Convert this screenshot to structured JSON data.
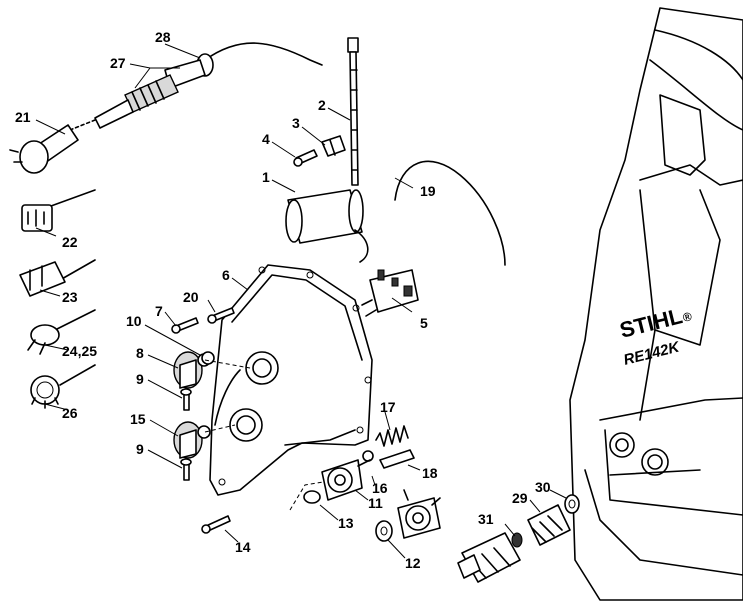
{
  "diagram": {
    "brand_text": "STIHL",
    "registered_mark": "®",
    "model_text": "RE142K",
    "callouts": [
      {
        "id": "c28",
        "text": "28"
      },
      {
        "id": "c27",
        "text": "27"
      },
      {
        "id": "c21",
        "text": "21"
      },
      {
        "id": "c22",
        "text": "22"
      },
      {
        "id": "c23",
        "text": "23"
      },
      {
        "id": "c2425",
        "text": "24,25"
      },
      {
        "id": "c26",
        "text": "26"
      },
      {
        "id": "c2",
        "text": "2"
      },
      {
        "id": "c3",
        "text": "3"
      },
      {
        "id": "c4",
        "text": "4"
      },
      {
        "id": "c1",
        "text": "1"
      },
      {
        "id": "c19",
        "text": "19"
      },
      {
        "id": "c6",
        "text": "6"
      },
      {
        "id": "c5",
        "text": "5"
      },
      {
        "id": "c20",
        "text": "20"
      },
      {
        "id": "c7",
        "text": "7"
      },
      {
        "id": "c10",
        "text": "10"
      },
      {
        "id": "c8",
        "text": "8"
      },
      {
        "id": "c9a",
        "text": "9"
      },
      {
        "id": "c15",
        "text": "15"
      },
      {
        "id": "c9b",
        "text": "9"
      },
      {
        "id": "c17",
        "text": "17"
      },
      {
        "id": "c18",
        "text": "18"
      },
      {
        "id": "c16",
        "text": "16"
      },
      {
        "id": "c11",
        "text": "11"
      },
      {
        "id": "c13",
        "text": "13"
      },
      {
        "id": "c14",
        "text": "14"
      },
      {
        "id": "c12",
        "text": "12"
      },
      {
        "id": "c31",
        "text": "31"
      },
      {
        "id": "c29",
        "text": "29"
      },
      {
        "id": "c30",
        "text": "30"
      }
    ]
  }
}
